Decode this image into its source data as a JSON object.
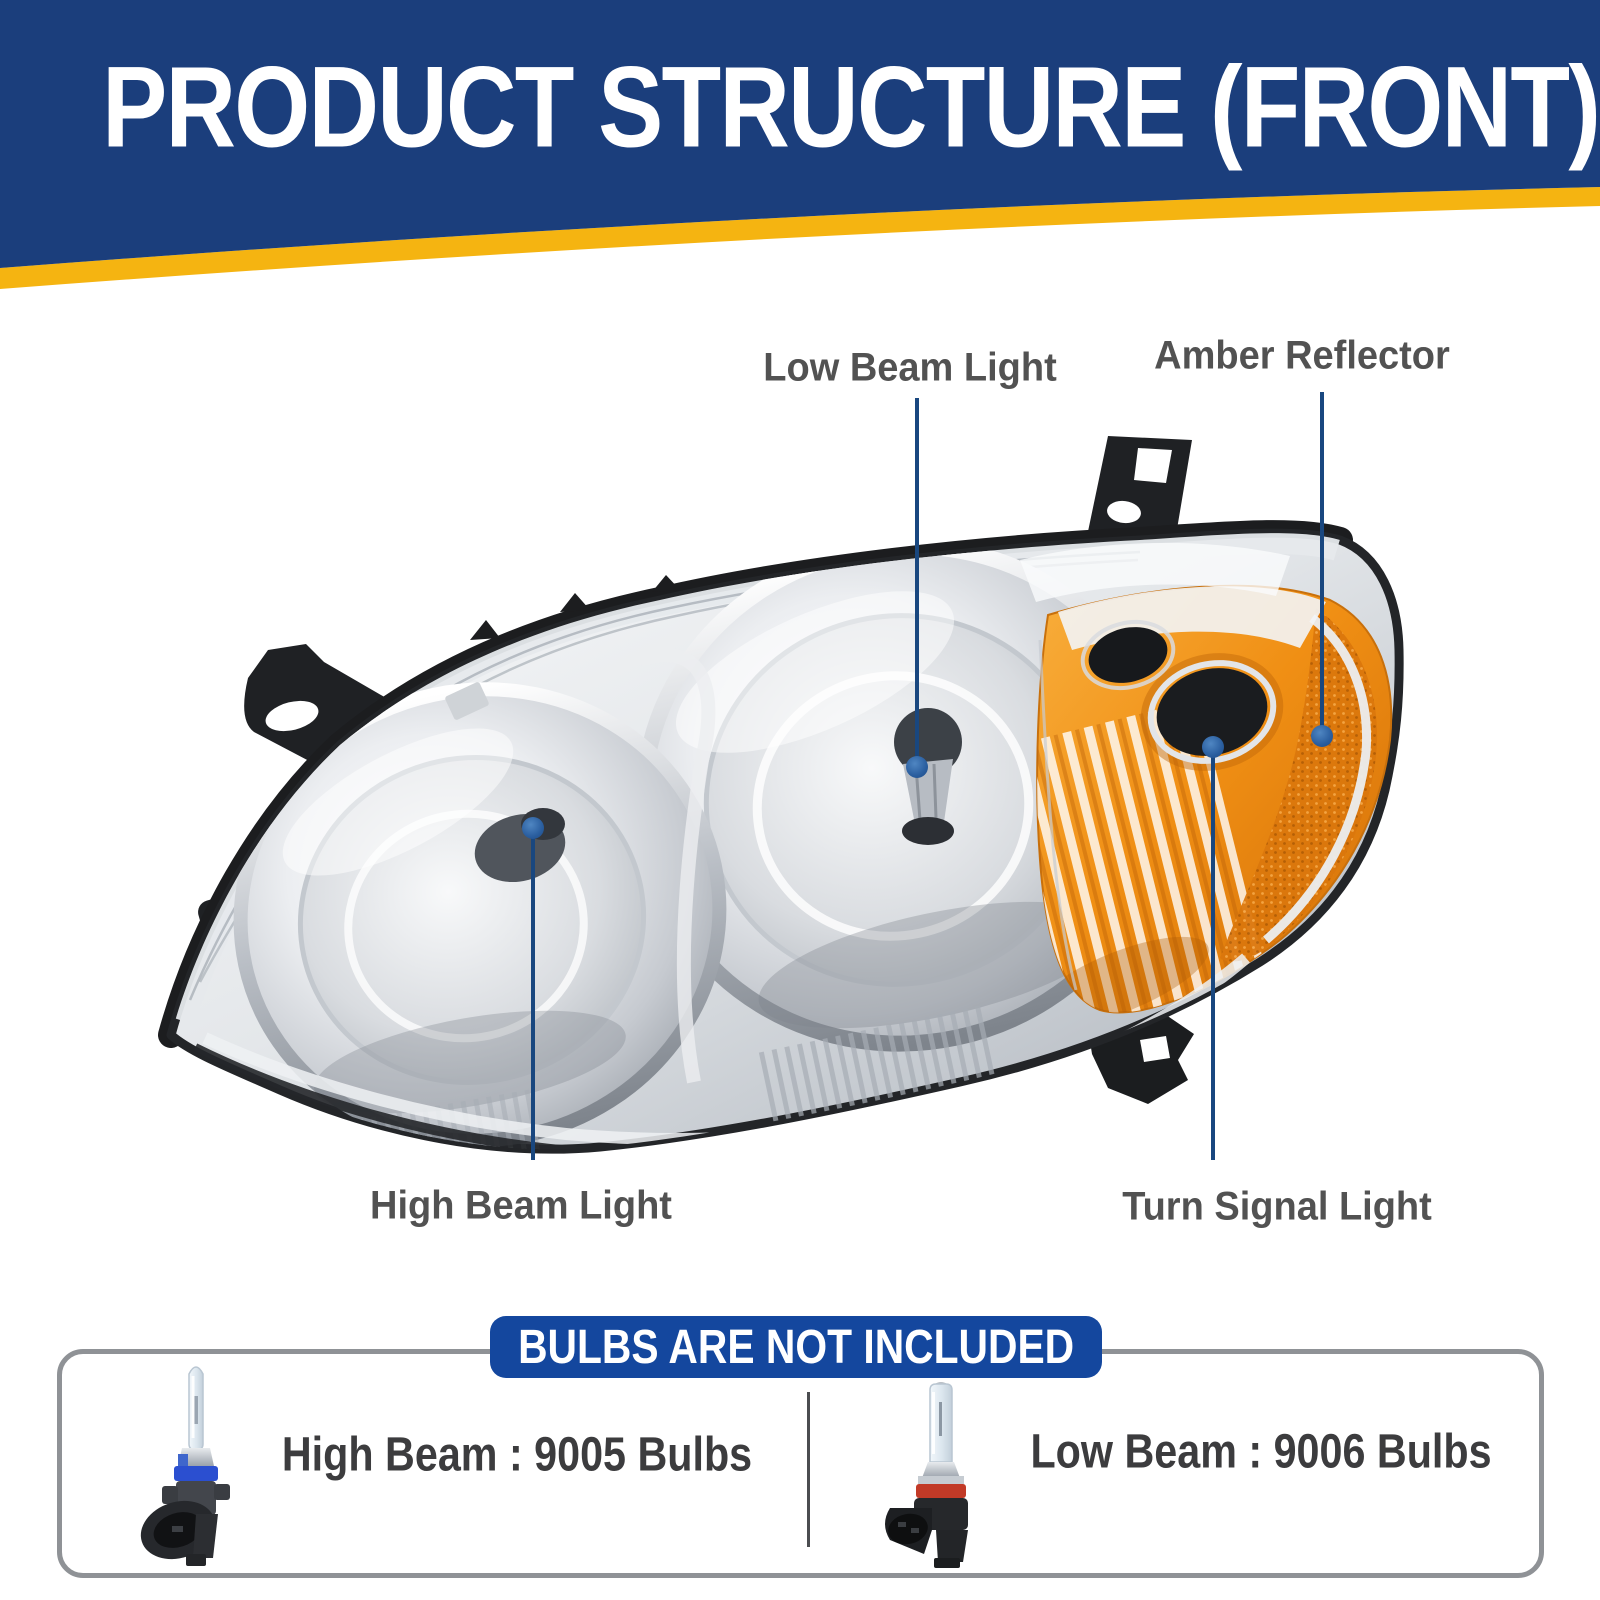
{
  "header": {
    "title": "PRODUCT STRUCTURE (FRONT)"
  },
  "colors": {
    "header_blue": "#1b3e7c",
    "accent_yellow": "#f5b411",
    "banner_blue": "#14479e",
    "leader_line": "#19477f",
    "marker_dot": "#2e67ab",
    "amber_reflector": "#ef8b12",
    "label_text": "#525252",
    "note_text": "#3c3c3e",
    "box_border": "#8f9296"
  },
  "callouts": [
    {
      "id": "low-beam-light",
      "label": "Low Beam Light"
    },
    {
      "id": "amber-reflector",
      "label": "Amber Reflector"
    },
    {
      "id": "high-beam-light",
      "label": "High Beam Light"
    },
    {
      "id": "turn-signal-light",
      "label": "Turn Signal Light"
    }
  ],
  "bulbs_note": {
    "banner": "BULBS ARE NOT INCLUDED",
    "items": [
      {
        "id": "high-beam-bulb",
        "icon": "bulb-9005-icon",
        "label": "High Beam :  9005 Bulbs"
      },
      {
        "id": "low-beam-bulb",
        "icon": "bulb-9006-icon",
        "label": "Low Beam : 9006  Bulbs"
      }
    ]
  }
}
